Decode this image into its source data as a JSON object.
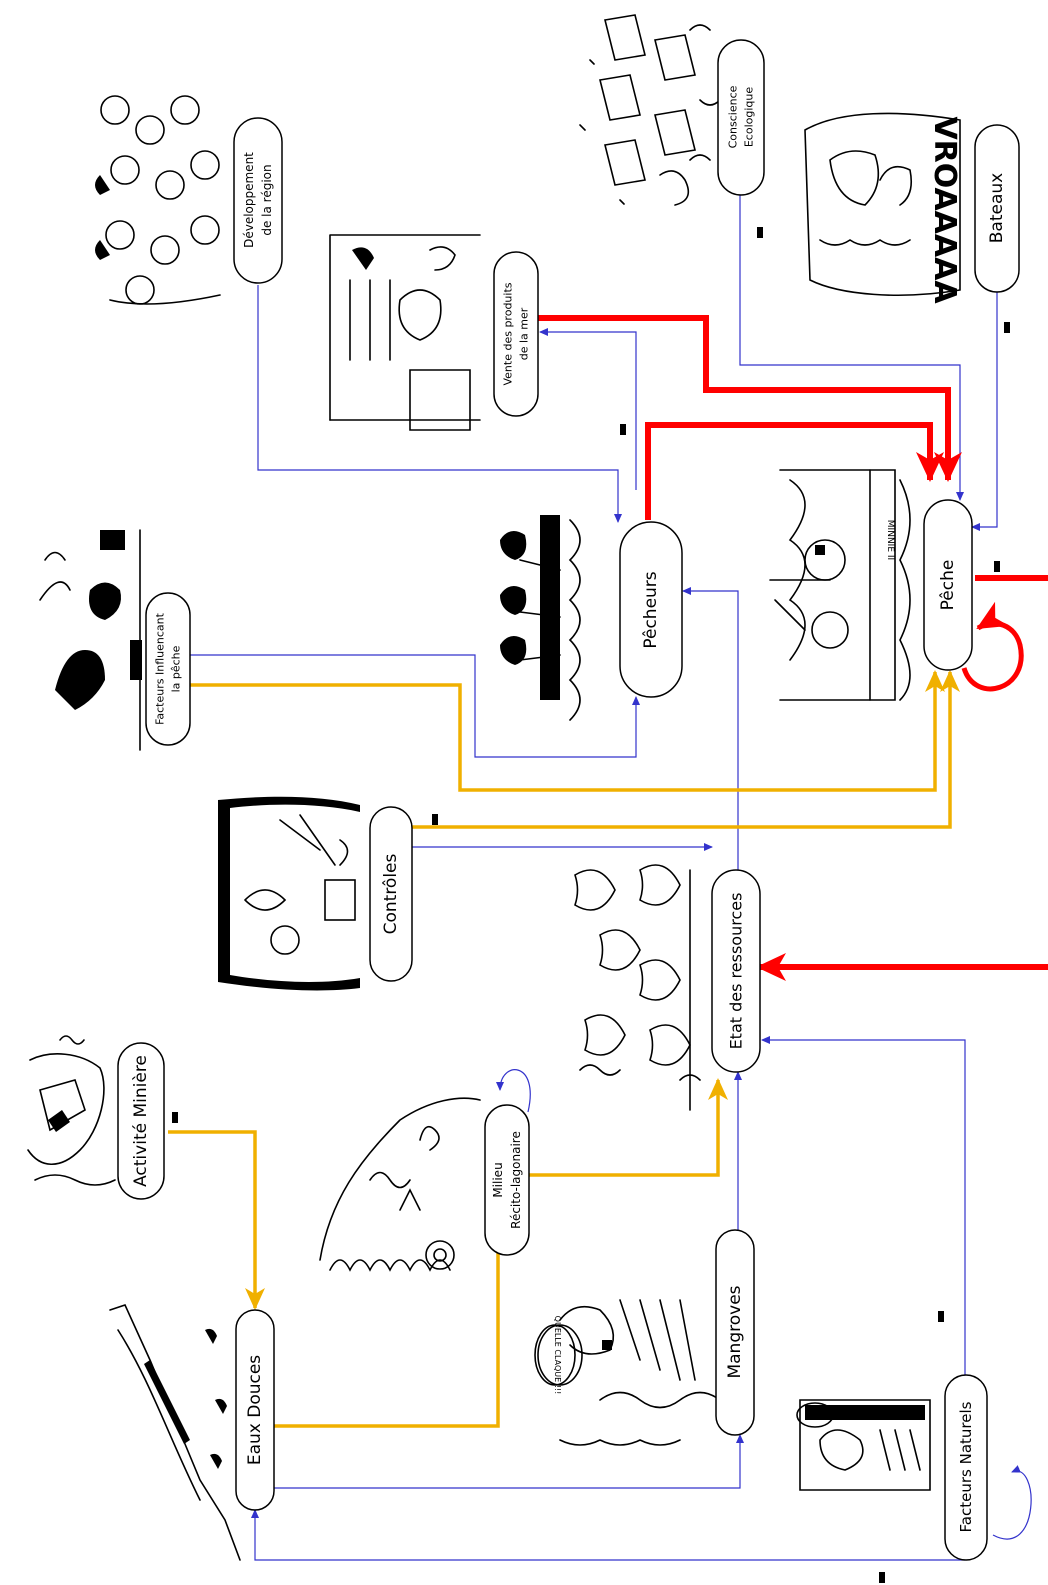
{
  "nodes": {
    "activite_miniere": "Activité Minière",
    "eaux_douces": "Eaux Douces",
    "milieu_1": "Milieu",
    "milieu_2": "Récito-lagonaire",
    "mangroves": "Mangroves",
    "etat_ressources": "Etat des ressources",
    "controles": "Contrôles",
    "facteurs_influencant_1": "Facteurs Influencant",
    "facteurs_influencant_2": "la pêche",
    "pecheurs": "Pêcheurs",
    "vente_1": "Vente des produits",
    "vente_2": "de la mer",
    "developpement_1": "Développement",
    "developpement_2": "de la région",
    "conscience_1": "Conscience",
    "conscience_2": "Ecologique",
    "bateaux": "Bateaux",
    "peche": "Pêche",
    "facteurs_naturels": "Facteurs Naturels"
  },
  "illustration_text": {
    "boat_name": "MINNIE II",
    "boat_sound": "VROAAAAA",
    "speech_bubble": "QUELLE CLAQUE !!!"
  },
  "colors": {
    "blue_link": "#3333cc",
    "orange_link": "#f0b000",
    "red_link": "#ff0000",
    "node_border": "#000000"
  }
}
